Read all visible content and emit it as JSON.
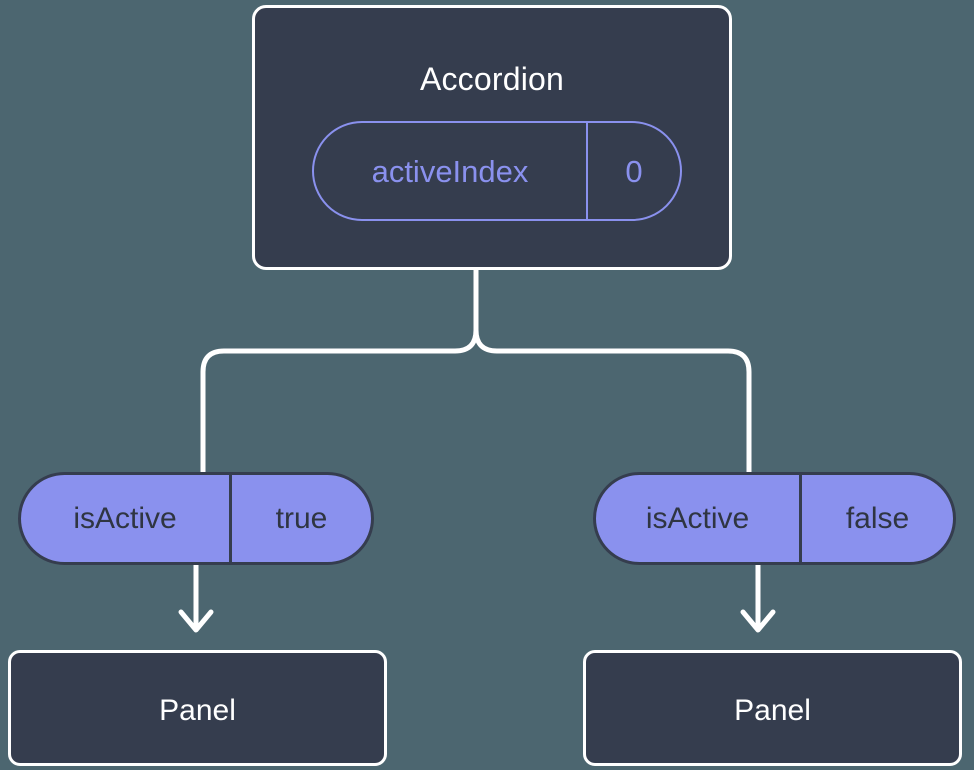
{
  "diagram": {
    "background_color": "#4c6670",
    "node_fill_color": "#353d4e",
    "node_border_color": "#ffffff",
    "accent_color": "#8a91ee",
    "connector_color": "#ffffff",
    "root": {
      "title": "Accordion",
      "state": {
        "key": "activeIndex",
        "value": "0"
      }
    },
    "branches": [
      {
        "prop": {
          "key": "isActive",
          "value": "true"
        },
        "child": {
          "title": "Panel"
        }
      },
      {
        "prop": {
          "key": "isActive",
          "value": "false"
        },
        "child": {
          "title": "Panel"
        }
      }
    ]
  }
}
